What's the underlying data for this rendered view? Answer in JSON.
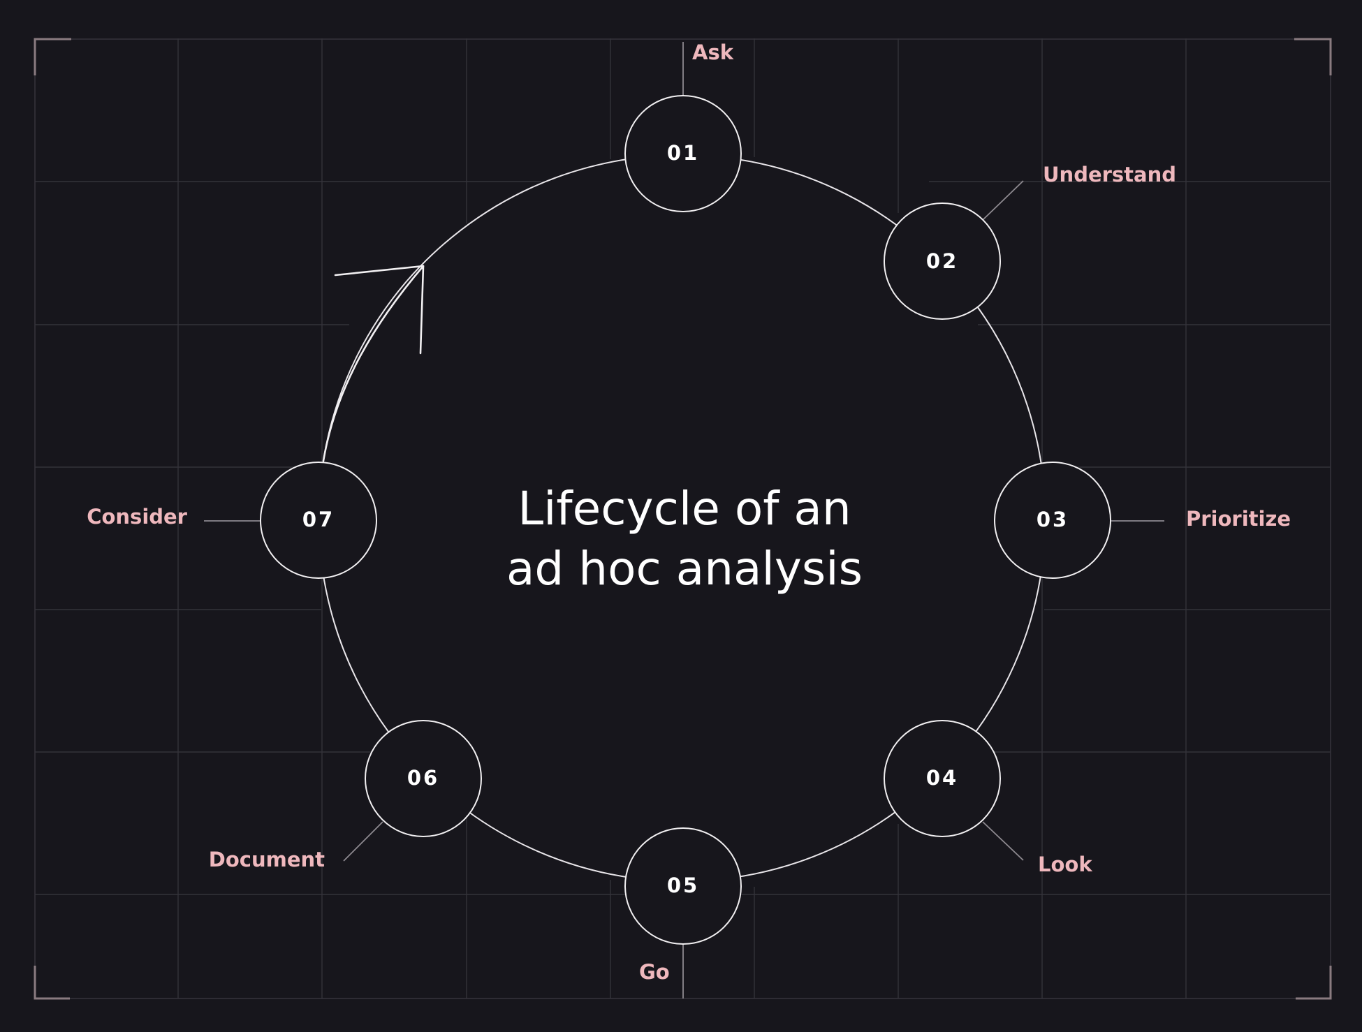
{
  "diagram": {
    "title_lines": [
      "Lifecycle of an",
      "ad hoc analysis"
    ],
    "steps": [
      {
        "number": "01",
        "label": "Ask"
      },
      {
        "number": "02",
        "label": "Understand"
      },
      {
        "number": "03",
        "label": "Prioritize"
      },
      {
        "number": "04",
        "label": "Look"
      },
      {
        "number": "05",
        "label": "Go"
      },
      {
        "number": "06",
        "label": "Document"
      },
      {
        "number": "07",
        "label": "Consider"
      }
    ]
  }
}
